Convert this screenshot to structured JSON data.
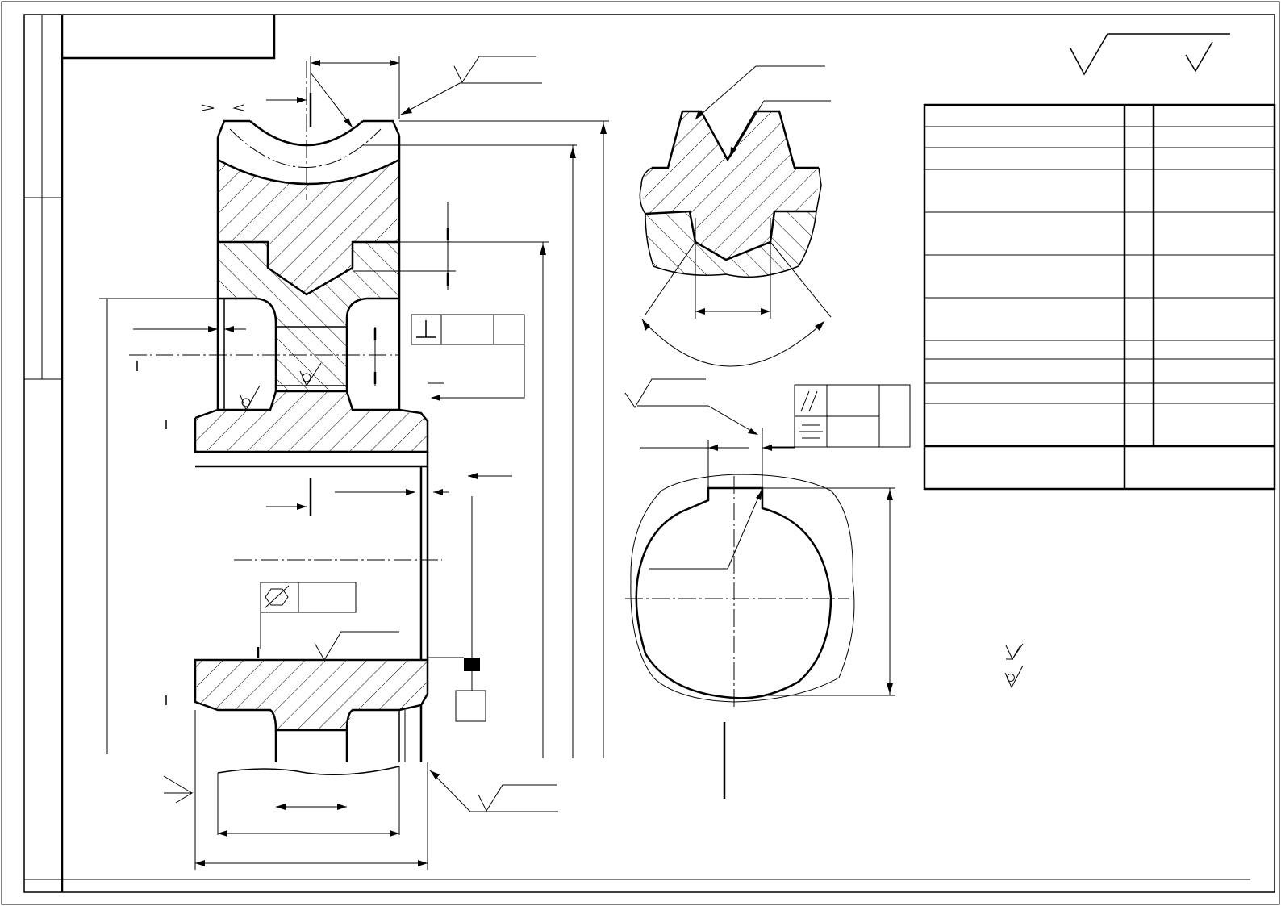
{
  "document": {
    "title": ""
  },
  "title_block": {
    "rows": 12,
    "columns": 3
  },
  "tolerance_frames": {
    "perpendicularity_frames": 1,
    "parallelism_frames": 1,
    "symmetry_frames": 1,
    "cylindricity_frames": 1
  },
  "surface_finish_marks": {
    "count": 6
  },
  "colors": {
    "line": "#000000",
    "background": "#ffffff"
  }
}
